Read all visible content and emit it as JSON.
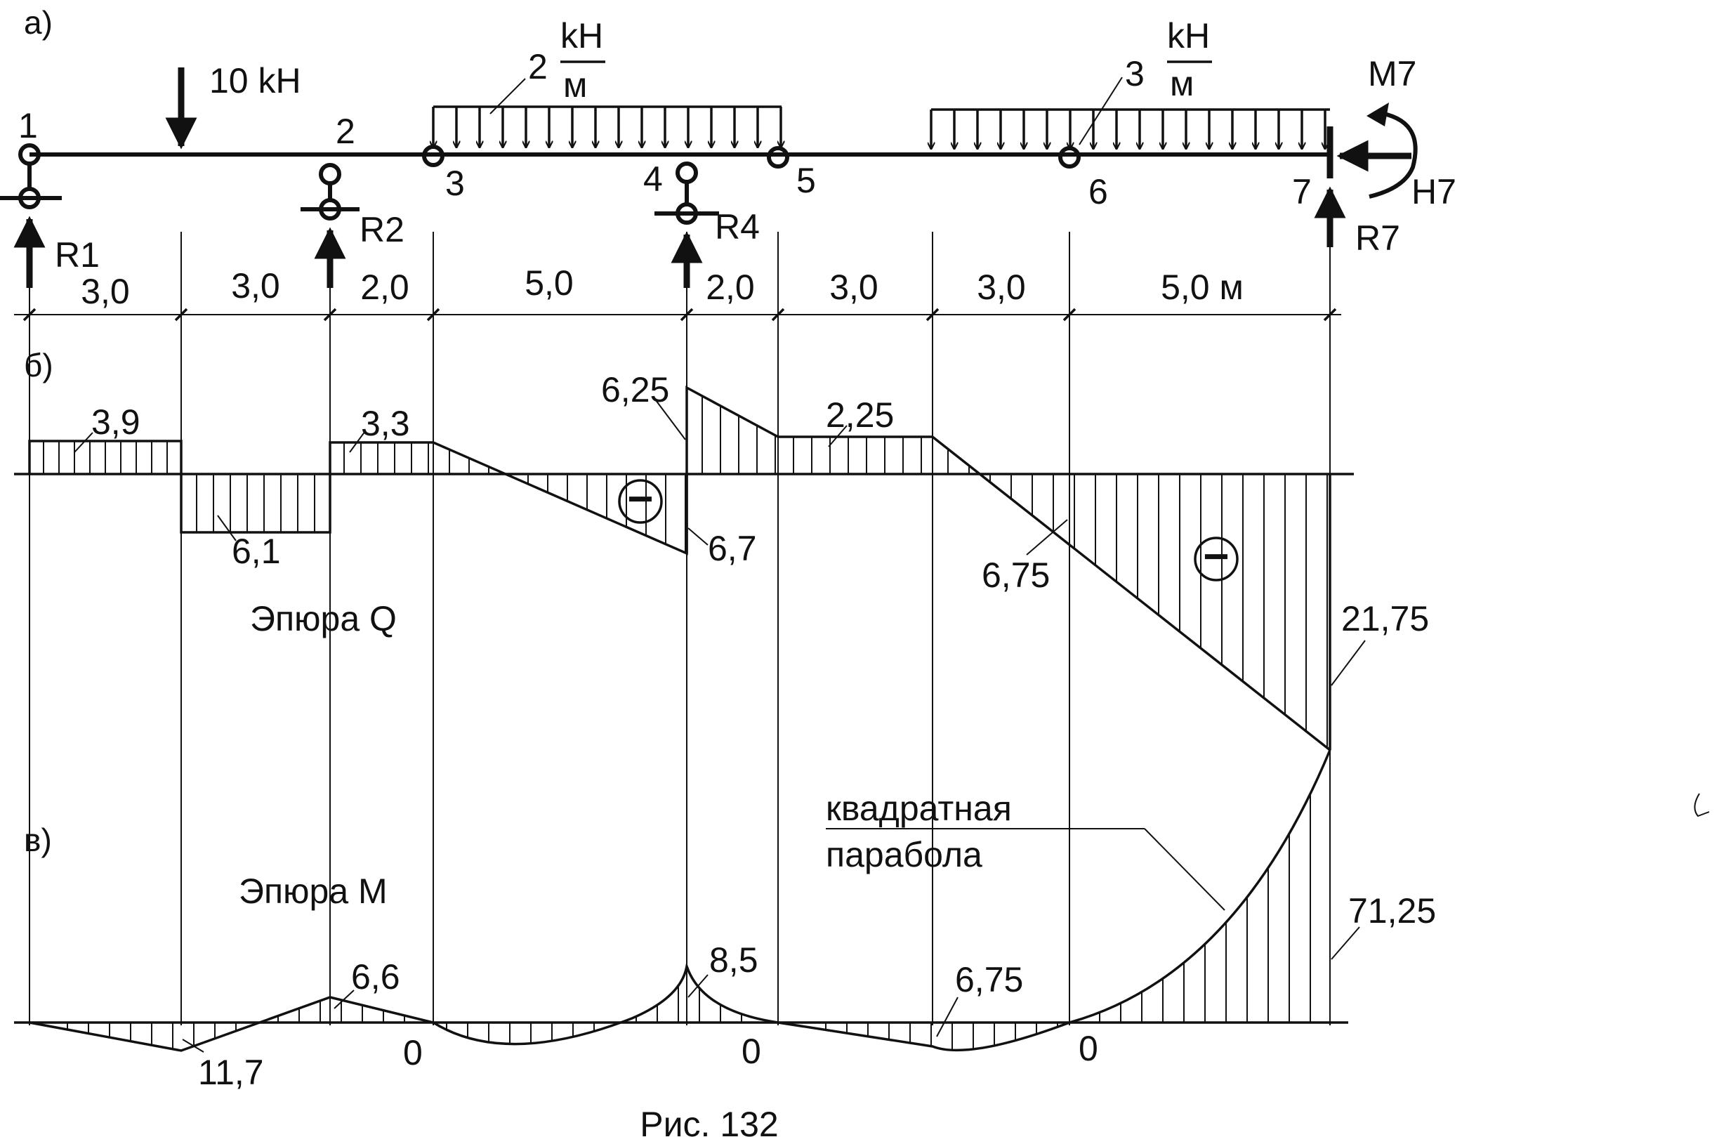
{
  "panels": {
    "a": "а)",
    "b": "б)",
    "c": "в)"
  },
  "nodes": [
    "1",
    "2",
    "3",
    "4",
    "5",
    "6",
    "7"
  ],
  "reactions": {
    "r1": "R1",
    "r2": "R2",
    "r4": "R4",
    "r7": "R7",
    "h7": "H7",
    "m7": "M7"
  },
  "loads": {
    "point": "10 kH",
    "dist1_value": "2",
    "dist1_unit_top": "kH",
    "dist1_unit_bottom": "м",
    "dist2_value": "3",
    "dist2_unit_top": "kH",
    "dist2_unit_bottom": "м"
  },
  "spans": [
    "3,0",
    "3,0",
    "2,0",
    "5,0",
    "2,0",
    "3,0",
    "3,0",
    "5,0 м"
  ],
  "q_diagram": {
    "title": "Эпюра Q",
    "values": [
      "3,9",
      "6,1",
      "3,3",
      "6,25",
      "6,7",
      "2,25",
      "6,75",
      "21,75"
    ],
    "sign": "−"
  },
  "m_diagram": {
    "title": "Эпюра M",
    "values": [
      "11,7",
      "6,6",
      "0",
      "8,5",
      "0",
      "6,75",
      "0",
      "71,25"
    ],
    "parabola_line1": "квадратная",
    "parabola_line2": "парабола"
  },
  "caption": "Рис. 132"
}
